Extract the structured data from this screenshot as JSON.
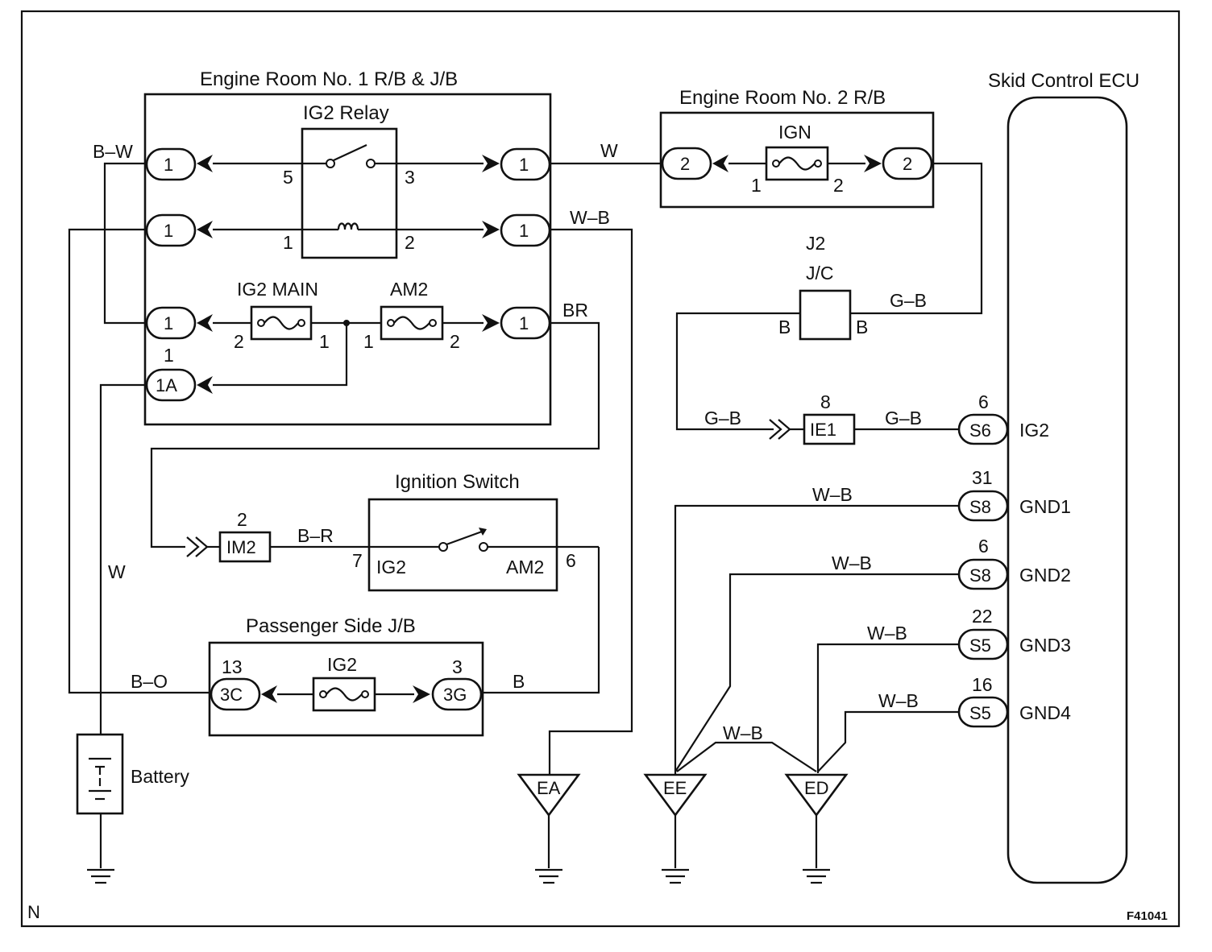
{
  "figure": {
    "corner_label": "N",
    "figure_id": "F41041"
  },
  "engine_room_1": {
    "title": "Engine Room No. 1 R/B & J/B",
    "relay_title": "IG2 Relay",
    "fuse_ig2_main": "IG2 MAIN",
    "fuse_am2": "AM2",
    "connectors": {
      "c1": "1",
      "c1a": "1A"
    },
    "pins": {
      "p5": "5",
      "p3": "3",
      "p1": "1",
      "p2": "2",
      "pin1": "1"
    }
  },
  "engine_room_2": {
    "title": "Engine Room No. 2 R/B",
    "fuse_ign": "IGN",
    "connector": "2",
    "pin1": "1",
    "pin2": "2"
  },
  "junction": {
    "label_j2": "J2",
    "label_jc": "J/C",
    "pin_b": "B"
  },
  "ignition_switch": {
    "title": "Ignition Switch",
    "term_ig2": "IG2",
    "term_am2": "AM2",
    "pin7": "7",
    "pin6": "6"
  },
  "passenger_jb": {
    "title": "Passenger Side J/B",
    "fuse_ig2": "IG2",
    "conn_3c": "3C",
    "conn_3g": "3G",
    "pin13": "13",
    "pin3": "3"
  },
  "connectors_misc": {
    "im2": "IM2",
    "im2_pin": "2",
    "ie1": "IE1",
    "ie1_pin": "8"
  },
  "battery": {
    "label": "Battery"
  },
  "wires": {
    "bw": "B–W",
    "w": "W",
    "wb": "W–B",
    "br": "BR",
    "gb": "G–B",
    "br_r": "B–R",
    "bo": "B–O",
    "b": "B"
  },
  "grounds": [
    "EA",
    "EE",
    "ED"
  ],
  "ecu": {
    "title": "Skid Control ECU",
    "pins": [
      {
        "pin": "6",
        "conn": "S6",
        "term": "IG2"
      },
      {
        "pin": "31",
        "conn": "S8",
        "term": "GND1"
      },
      {
        "pin": "6",
        "conn": "S8",
        "term": "GND2"
      },
      {
        "pin": "22",
        "conn": "S5",
        "term": "GND3"
      },
      {
        "pin": "16",
        "conn": "S5",
        "term": "GND4"
      }
    ]
  }
}
